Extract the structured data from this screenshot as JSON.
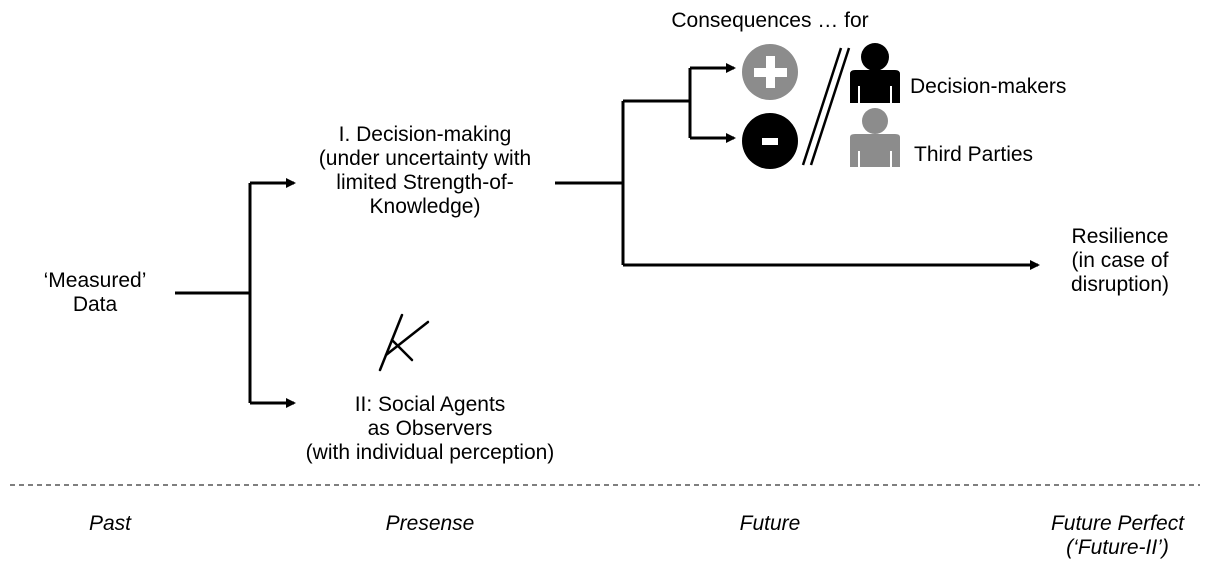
{
  "data_node": {
    "lines": [
      "‘Measured’",
      "Data"
    ]
  },
  "decision_node": {
    "lines": [
      "I. Decision-making",
      "(under uncertainty with",
      "limited Strength-of-",
      "Knowledge)"
    ]
  },
  "observers_node": {
    "lines": [
      "II: Social Agents",
      "as Observers",
      "(with individual perception)"
    ]
  },
  "consequences": {
    "heading": "Consequences … for",
    "positive_icon": "plus-circle-icon",
    "negative_icon": "minus-circle-icon",
    "decision_makers": "Decision-makers",
    "third_parties": "Third Parties"
  },
  "resilience_node": {
    "lines": [
      "Resilience",
      "(in case of",
      "disruption)"
    ]
  },
  "timeline": {
    "past": "Past",
    "present": "Presense",
    "future": "Future",
    "future_perfect": "Future Perfect",
    "future_perfect_alt": "(‘Future-II’)"
  },
  "colors": {
    "positive": "#8c8c8c",
    "negative": "#000000",
    "third_party": "#8c8c8c",
    "decision_maker": "#000000"
  }
}
